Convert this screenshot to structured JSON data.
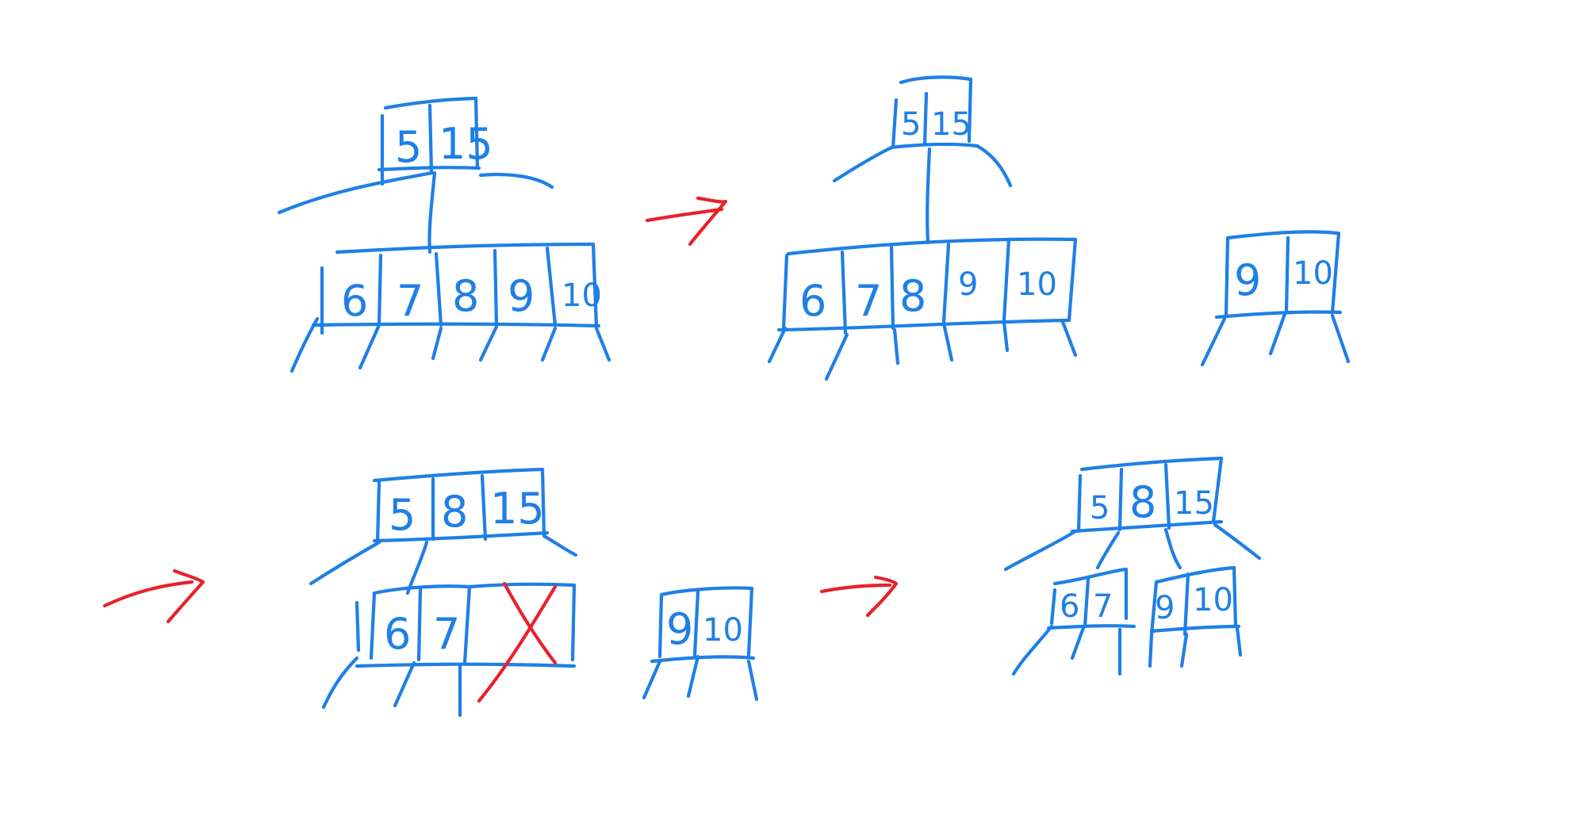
{
  "colors": {
    "ink": "#1f7fe6",
    "arrow": "#e8212b",
    "background": "#ffffff"
  },
  "stage1": {
    "root_keys": [
      "5",
      "15"
    ],
    "leaf_keys": [
      "6",
      "7",
      "8",
      "9",
      "10"
    ]
  },
  "stage2": {
    "root_keys": [
      "5",
      "15"
    ],
    "leaf_keys": [
      "6",
      "7",
      "8",
      "9",
      "10"
    ],
    "split_keys": [
      "9",
      "10"
    ]
  },
  "stage3": {
    "root_keys": [
      "5",
      "8",
      "15"
    ],
    "left_keys": [
      "6",
      "7"
    ],
    "right_keys": [
      "9",
      "10"
    ]
  },
  "stage4": {
    "root_keys": [
      "5",
      "8",
      "15"
    ],
    "left_keys": [
      "6",
      "7"
    ],
    "right_keys": [
      "9",
      "10"
    ]
  }
}
